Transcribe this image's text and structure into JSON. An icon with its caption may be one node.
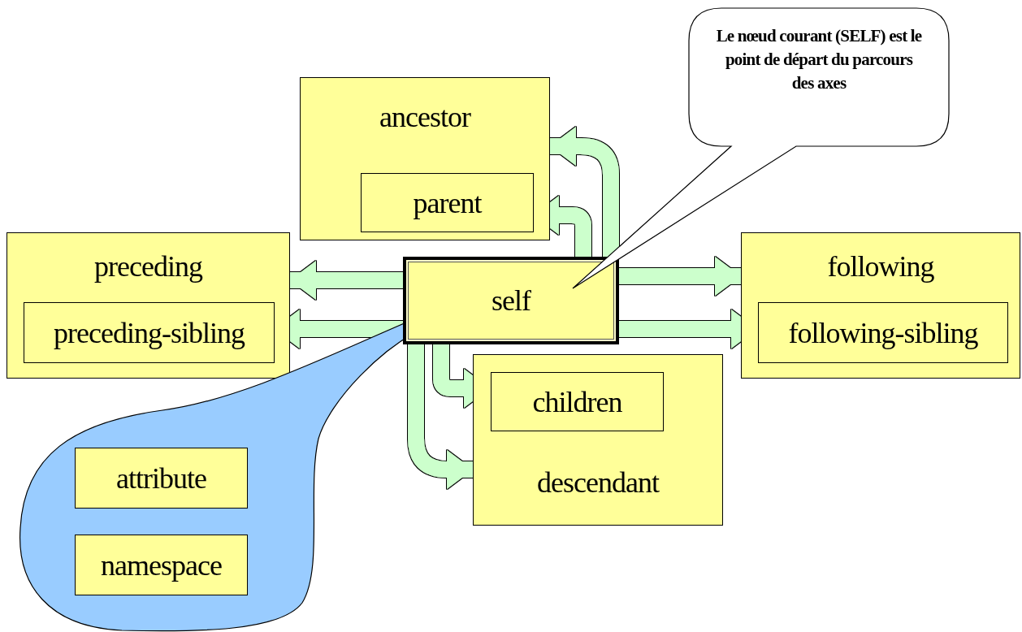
{
  "diagram": {
    "nodes": [
      {
        "text": [
          "ancestor"
        ]
      },
      {
        "text": [
          "parent"
        ],
        "in": 0
      },
      {
        "text": [
          "preceding"
        ]
      },
      {
        "text": [
          "preceding-sibling"
        ],
        "in": 2
      },
      {
        "text": [
          "self"
        ]
      },
      {
        "text": [
          "following"
        ]
      },
      {
        "text": [
          "following-sibling"
        ],
        "in": 5
      },
      {
        "text": [
          "descendant"
        ]
      },
      {
        "text": [
          "children"
        ],
        "in": 7
      },
      {
        "text": [],
        "shape": "cloud"
      },
      {
        "text": [
          "attribute"
        ],
        "in": 9
      },
      {
        "text": [
          "namespace"
        ],
        "in": 9
      },
      {
        "text": [
          "Le nœud courant (SELF) est le point de départ du parcours des axes"
        ]
      }
    ],
    "edges": [
      {
        "from": 4,
        "to": 0,
        "arrow": "to"
      },
      {
        "from": 4,
        "to": 1,
        "arrow": "to"
      },
      {
        "from": 4,
        "to": 2,
        "arrow": "to"
      },
      {
        "from": 4,
        "to": 3,
        "arrow": "to"
      },
      {
        "from": 4,
        "to": 5,
        "arrow": "to"
      },
      {
        "from": 4,
        "to": 6,
        "arrow": "to"
      },
      {
        "from": 4,
        "to": 8,
        "arrow": "to"
      },
      {
        "from": 4,
        "to": 7,
        "arrow": "to"
      }
    ]
  }
}
